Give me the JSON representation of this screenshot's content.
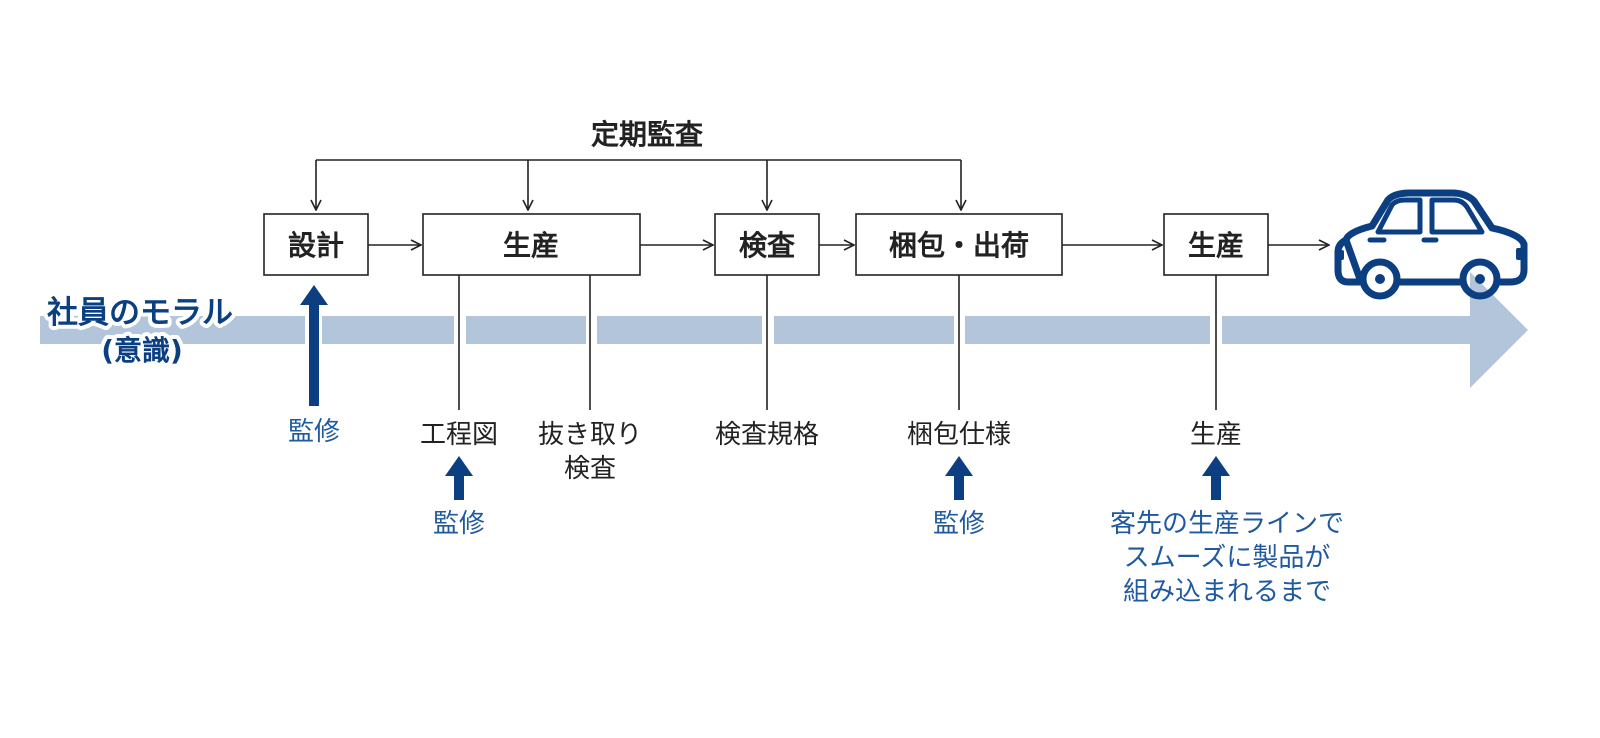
{
  "title": "定期監査",
  "morale_label_line1": "社員のモラル",
  "morale_label_line2": "(意識)",
  "stages": [
    {
      "label": "設計"
    },
    {
      "label": "生産"
    },
    {
      "label": "検査"
    },
    {
      "label": "梱包・出荷"
    },
    {
      "label": "生産"
    }
  ],
  "items": {
    "design_supervision": "監修",
    "process_chart": "工程図",
    "sampling_line1": "抜き取り",
    "sampling_line2": "検査",
    "inspection_standard": "検査規格",
    "packing_spec": "梱包仕様",
    "customer_production": "生産",
    "process_supervision": "監修",
    "packing_supervision": "監修",
    "customer_line1": "客先の生産ラインで",
    "customer_line2": "スムーズに製品が",
    "customer_line3": "組み込まれるまで"
  },
  "icons": [
    "car-icon"
  ],
  "colors": {
    "navy": "#0b3f82",
    "band": "#b3c5da",
    "text": "#222222",
    "blue_text": "#1f5aa0"
  }
}
